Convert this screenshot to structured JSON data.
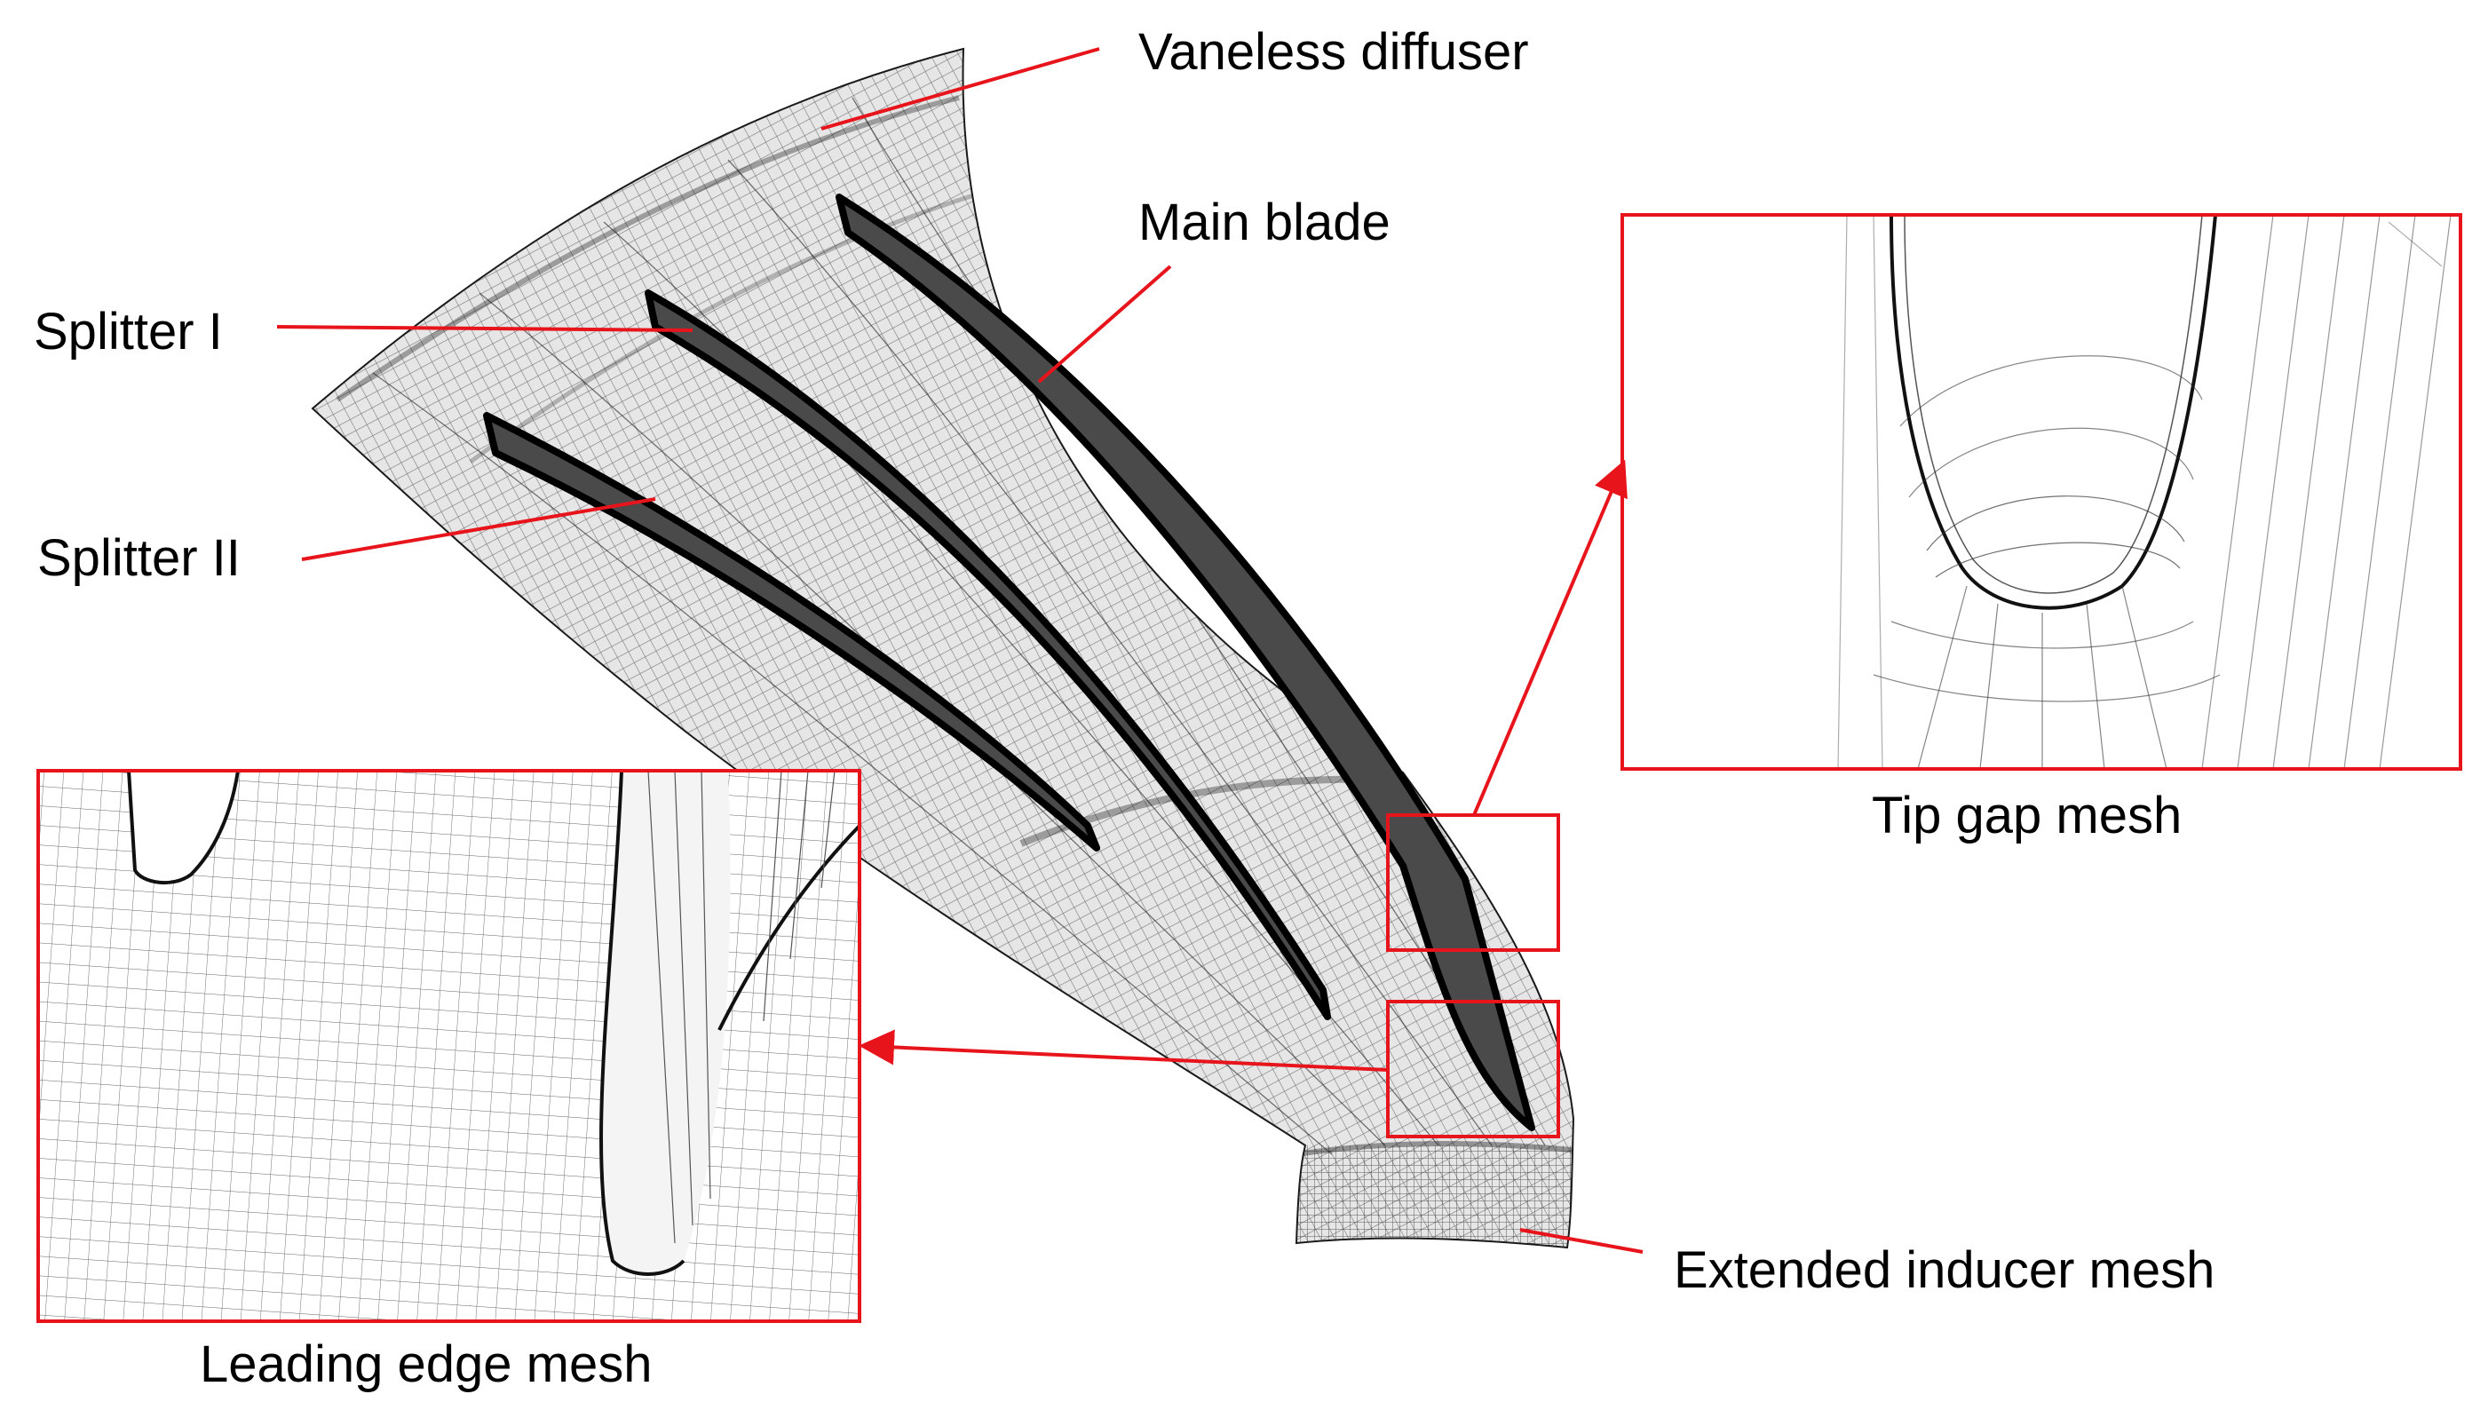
{
  "labels": {
    "vaneless_diffuser": "Vaneless diffuser",
    "main_blade": "Main blade",
    "splitter_one": "Splitter I",
    "splitter_two": "Splitter II",
    "extended_inducer_mesh": "Extended inducer mesh",
    "tip_gap_mesh": "Tip gap mesh",
    "leading_edge_mesh": "Leading edge mesh"
  },
  "colors": {
    "annotation": "#e8141c",
    "mesh_line": "#1a1a1a",
    "blade_outline": "#000000",
    "blade_fill": "#3a3a3a",
    "background": "#ffffff"
  }
}
